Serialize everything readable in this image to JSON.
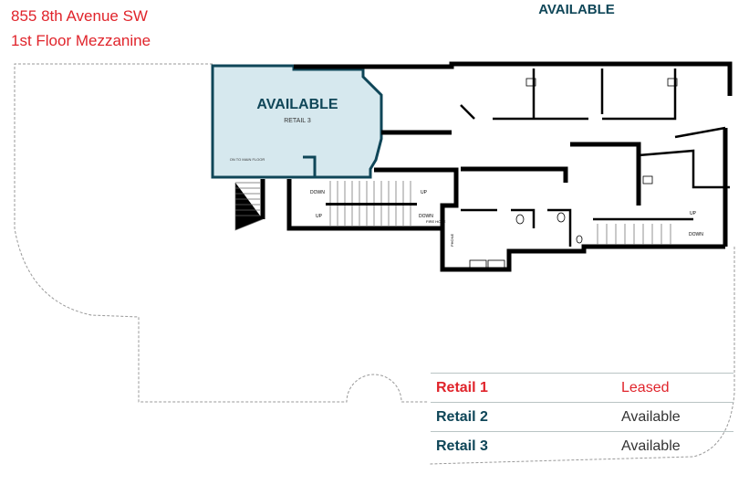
{
  "header": {
    "address": "855 8th Avenue SW",
    "floor": "1st Floor Mezzanine"
  },
  "plan": {
    "top_cut_label": "AVAILABLE",
    "unit_status": "AVAILABLE",
    "unit_name": "RETAIL 3",
    "stair_note": "ON TO MAIN FLOOR",
    "stair_labels": {
      "down1": "DOWN",
      "up1": "UP",
      "up2": "UP",
      "down2": "DOWN",
      "down3": "DOWN",
      "up3": "UP"
    },
    "fire_hose": "FIRE HOSE",
    "phone": "PHONE",
    "colors": {
      "available_fill": "#d6e8ee",
      "available_outline": "#0f4658",
      "wall": "#000000"
    }
  },
  "legend": {
    "rows": [
      {
        "name": "Retail 1",
        "status": "Leased",
        "color": "#e0242b"
      },
      {
        "name": "Retail 2",
        "status": "Available",
        "color": "#0f4658"
      },
      {
        "name": "Retail 3",
        "status": "Available",
        "color": "#0f4658"
      }
    ]
  }
}
